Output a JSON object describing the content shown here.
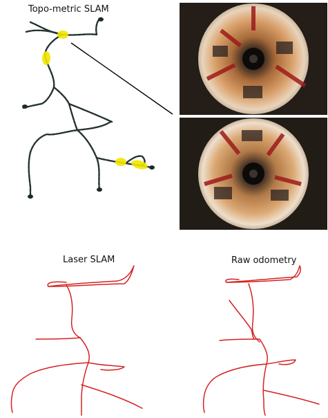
{
  "labels": {
    "topo": "Topo-metric SLAM",
    "laser": "Laser SLAM",
    "raw": "Raw odometry"
  },
  "colors": {
    "background": "#ffffff",
    "trajectory_dark": "#24332e",
    "trajectory_red": "#d62020",
    "highlight": "#f2e600",
    "connector": "#000000"
  }
}
